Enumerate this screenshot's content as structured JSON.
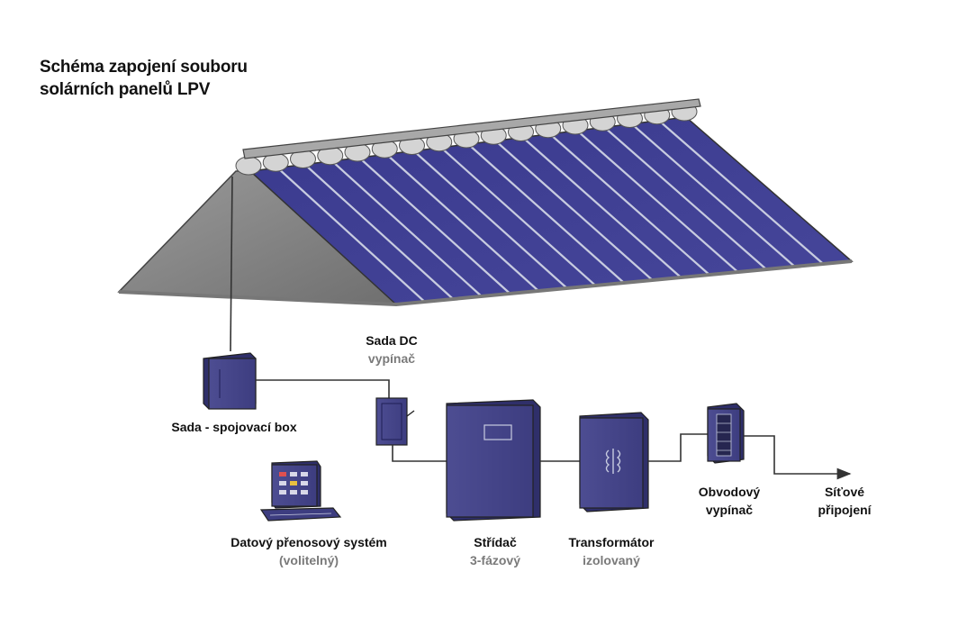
{
  "title": {
    "line1": "Schéma zapojení souboru",
    "line2": "solárních panelů LPV"
  },
  "labels": {
    "combiner_box": "Sada - spojovací box",
    "dc_switch_title": "Sada DC",
    "dc_switch_sub": "vypínač",
    "data_system_title": "Datový přenosový systém",
    "data_system_sub": "(volitelný)",
    "inverter_title": "Střídač",
    "inverter_sub": "3-fázový",
    "transformer_title": "Transformátor",
    "transformer_sub": "izolovaný",
    "breaker_title1": "Obvodový",
    "breaker_title2": "vypínač",
    "grid_title1": "Síťové",
    "grid_title2": "připojení"
  },
  "colors": {
    "panel": "#3d3d8c",
    "panel_line": "#c8cce0",
    "roof_left": "#8e8e8e",
    "device_fill": "#4a4a8a",
    "device_stroke": "#2a2a2a",
    "wire": "#333333",
    "label_gray": "#7a7a7a"
  }
}
